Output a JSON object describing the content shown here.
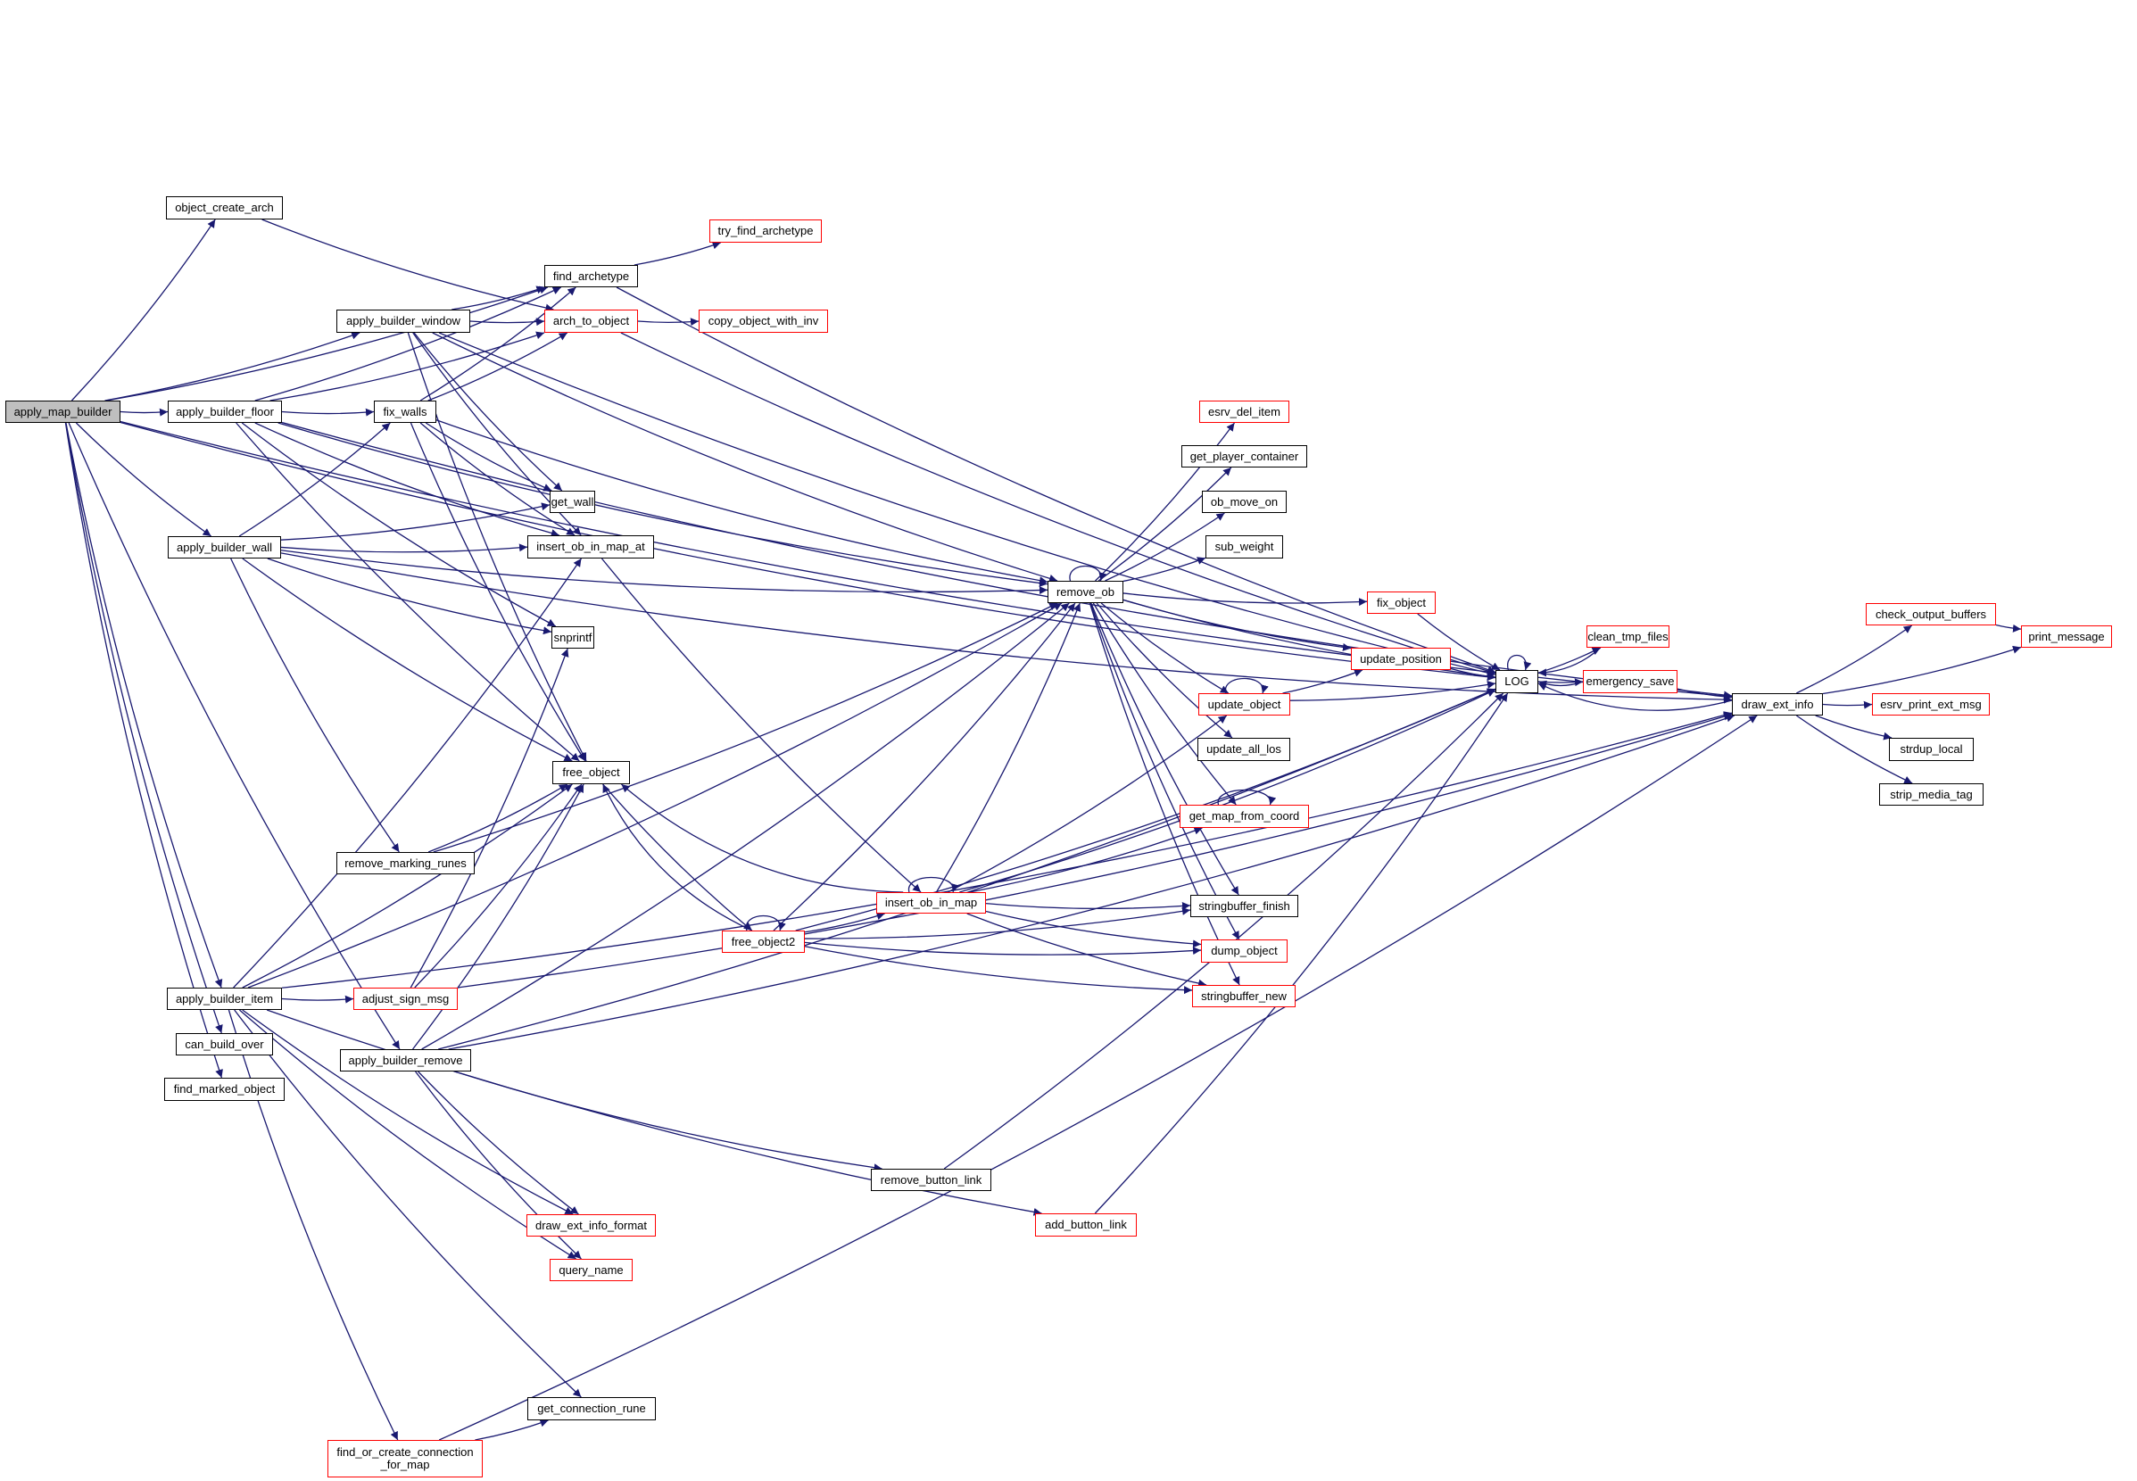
{
  "graph": {
    "type": "call-graph",
    "root": "apply_map_builder",
    "colors": {
      "edge": "#191970",
      "node_border": "#000000",
      "truncated_border": "#ff0000",
      "root_fill": "#bfbfbf"
    },
    "nodes": [
      {
        "id": "apply_map_builder",
        "label": "apply_map_builder",
        "style": "root"
      },
      {
        "id": "object_create_arch",
        "label": "object_create_arch",
        "style": "normal"
      },
      {
        "id": "apply_builder_floor",
        "label": "apply_builder_floor",
        "style": "normal"
      },
      {
        "id": "apply_builder_window",
        "label": "apply_builder_window",
        "style": "normal"
      },
      {
        "id": "apply_builder_wall",
        "label": "apply_builder_wall",
        "style": "normal"
      },
      {
        "id": "apply_builder_item",
        "label": "apply_builder_item",
        "style": "normal"
      },
      {
        "id": "can_build_over",
        "label": "can_build_over",
        "style": "normal"
      },
      {
        "id": "find_marked_object",
        "label": "find_marked_object",
        "style": "normal"
      },
      {
        "id": "find_or_create_connection_for_map",
        "label": "find_or_create_connection\n_for_map",
        "style": "truncated"
      },
      {
        "id": "fix_walls",
        "label": "fix_walls",
        "style": "normal"
      },
      {
        "id": "remove_marking_runes",
        "label": "remove_marking_runes",
        "style": "normal"
      },
      {
        "id": "adjust_sign_msg",
        "label": "adjust_sign_msg",
        "style": "truncated"
      },
      {
        "id": "apply_builder_remove",
        "label": "apply_builder_remove",
        "style": "normal"
      },
      {
        "id": "find_archetype",
        "label": "find_archetype",
        "style": "normal"
      },
      {
        "id": "arch_to_object",
        "label": "arch_to_object",
        "style": "truncated"
      },
      {
        "id": "get_wall",
        "label": "get_wall",
        "style": "normal"
      },
      {
        "id": "insert_ob_in_map_at",
        "label": "insert_ob_in_map_at",
        "style": "normal"
      },
      {
        "id": "snprintf",
        "label": "snprintf",
        "style": "normal"
      },
      {
        "id": "free_object",
        "label": "free_object",
        "style": "normal"
      },
      {
        "id": "draw_ext_info_format",
        "label": "draw_ext_info_format",
        "style": "truncated"
      },
      {
        "id": "query_name",
        "label": "query_name",
        "style": "truncated"
      },
      {
        "id": "get_connection_rune",
        "label": "get_connection_rune",
        "style": "normal"
      },
      {
        "id": "try_find_archetype",
        "label": "try_find_archetype",
        "style": "truncated"
      },
      {
        "id": "copy_object_with_inv",
        "label": "copy_object_with_inv",
        "style": "truncated"
      },
      {
        "id": "free_object2",
        "label": "free_object2",
        "style": "truncated"
      },
      {
        "id": "insert_ob_in_map",
        "label": "insert_ob_in_map",
        "style": "truncated"
      },
      {
        "id": "remove_button_link",
        "label": "remove_button_link",
        "style": "normal"
      },
      {
        "id": "add_button_link",
        "label": "add_button_link",
        "style": "truncated"
      },
      {
        "id": "remove_ob",
        "label": "remove_ob",
        "style": "normal"
      },
      {
        "id": "esrv_del_item",
        "label": "esrv_del_item",
        "style": "truncated"
      },
      {
        "id": "get_player_container",
        "label": "get_player_container",
        "style": "normal"
      },
      {
        "id": "ob_move_on",
        "label": "ob_move_on",
        "style": "normal"
      },
      {
        "id": "sub_weight",
        "label": "sub_weight",
        "style": "normal"
      },
      {
        "id": "fix_object",
        "label": "fix_object",
        "style": "truncated"
      },
      {
        "id": "update_position",
        "label": "update_position",
        "style": "truncated"
      },
      {
        "id": "update_object",
        "label": "update_object",
        "style": "truncated"
      },
      {
        "id": "update_all_los",
        "label": "update_all_los",
        "style": "normal"
      },
      {
        "id": "get_map_from_coord",
        "label": "get_map_from_coord",
        "style": "truncated"
      },
      {
        "id": "stringbuffer_finish",
        "label": "stringbuffer_finish",
        "style": "normal"
      },
      {
        "id": "dump_object",
        "label": "dump_object",
        "style": "truncated"
      },
      {
        "id": "stringbuffer_new",
        "label": "stringbuffer_new",
        "style": "truncated"
      },
      {
        "id": "LOG",
        "label": "LOG",
        "style": "normal"
      },
      {
        "id": "clean_tmp_files",
        "label": "clean_tmp_files",
        "style": "truncated"
      },
      {
        "id": "emergency_save",
        "label": "emergency_save",
        "style": "truncated"
      },
      {
        "id": "draw_ext_info",
        "label": "draw_ext_info",
        "style": "normal"
      },
      {
        "id": "check_output_buffers",
        "label": "check_output_buffers",
        "style": "truncated"
      },
      {
        "id": "print_message",
        "label": "print_message",
        "style": "truncated"
      },
      {
        "id": "esrv_print_ext_msg",
        "label": "esrv_print_ext_msg",
        "style": "truncated"
      },
      {
        "id": "strdup_local",
        "label": "strdup_local",
        "style": "normal"
      },
      {
        "id": "strip_media_tag",
        "label": "strip_media_tag",
        "style": "normal"
      }
    ],
    "edges": [
      [
        "apply_map_builder",
        "object_create_arch"
      ],
      [
        "apply_map_builder",
        "apply_builder_floor"
      ],
      [
        "apply_map_builder",
        "apply_builder_window"
      ],
      [
        "apply_map_builder",
        "apply_builder_wall"
      ],
      [
        "apply_map_builder",
        "apply_builder_item"
      ],
      [
        "apply_map_builder",
        "can_build_over"
      ],
      [
        "apply_map_builder",
        "find_marked_object"
      ],
      [
        "apply_map_builder",
        "apply_builder_remove"
      ],
      [
        "apply_map_builder",
        "find_archetype"
      ],
      [
        "apply_map_builder",
        "draw_ext_info"
      ],
      [
        "apply_map_builder",
        "LOG"
      ],
      [
        "object_create_arch",
        "arch_to_object"
      ],
      [
        "apply_builder_floor",
        "fix_walls"
      ],
      [
        "apply_builder_floor",
        "arch_to_object"
      ],
      [
        "apply_builder_floor",
        "find_archetype"
      ],
      [
        "apply_builder_floor",
        "insert_ob_in_map_at"
      ],
      [
        "apply_builder_floor",
        "remove_ob"
      ],
      [
        "apply_builder_floor",
        "free_object"
      ],
      [
        "apply_builder_floor",
        "snprintf"
      ],
      [
        "apply_builder_floor",
        "draw_ext_info"
      ],
      [
        "apply_builder_window",
        "find_archetype"
      ],
      [
        "apply_builder_window",
        "arch_to_object"
      ],
      [
        "apply_builder_window",
        "get_wall"
      ],
      [
        "apply_builder_window",
        "insert_ob_in_map_at"
      ],
      [
        "apply_builder_window",
        "remove_ob"
      ],
      [
        "apply_builder_window",
        "free_object"
      ],
      [
        "apply_builder_window",
        "LOG"
      ],
      [
        "apply_builder_wall",
        "fix_walls"
      ],
      [
        "apply_builder_wall",
        "get_wall"
      ],
      [
        "apply_builder_wall",
        "insert_ob_in_map_at"
      ],
      [
        "apply_builder_wall",
        "remove_ob"
      ],
      [
        "apply_builder_wall",
        "free_object"
      ],
      [
        "apply_builder_wall",
        "snprintf"
      ],
      [
        "apply_builder_wall",
        "remove_marking_runes"
      ],
      [
        "apply_builder_wall",
        "draw_ext_info"
      ],
      [
        "fix_walls",
        "find_archetype"
      ],
      [
        "fix_walls",
        "arch_to_object"
      ],
      [
        "fix_walls",
        "get_wall"
      ],
      [
        "fix_walls",
        "insert_ob_in_map_at"
      ],
      [
        "fix_walls",
        "remove_ob"
      ],
      [
        "fix_walls",
        "free_object"
      ],
      [
        "remove_marking_runes",
        "remove_ob"
      ],
      [
        "remove_marking_runes",
        "free_object"
      ],
      [
        "apply_builder_item",
        "adjust_sign_msg"
      ],
      [
        "apply_builder_item",
        "insert_ob_in_map_at"
      ],
      [
        "apply_builder_item",
        "free_object"
      ],
      [
        "apply_builder_item",
        "remove_ob"
      ],
      [
        "apply_builder_item",
        "draw_ext_info_format"
      ],
      [
        "apply_builder_item",
        "query_name"
      ],
      [
        "apply_builder_item",
        "add_button_link"
      ],
      [
        "apply_builder_item",
        "find_or_create_connection_for_map"
      ],
      [
        "apply_builder_item",
        "get_connection_rune"
      ],
      [
        "apply_builder_item",
        "draw_ext_info"
      ],
      [
        "adjust_sign_msg",
        "snprintf"
      ],
      [
        "adjust_sign_msg",
        "free_object"
      ],
      [
        "adjust_sign_msg",
        "draw_ext_info"
      ],
      [
        "apply_builder_remove",
        "remove_ob"
      ],
      [
        "apply_builder_remove",
        "free_object"
      ],
      [
        "apply_builder_remove",
        "draw_ext_info_format"
      ],
      [
        "apply_builder_remove",
        "query_name"
      ],
      [
        "apply_builder_remove",
        "remove_button_link"
      ],
      [
        "apply_builder_remove",
        "LOG"
      ],
      [
        "apply_builder_remove",
        "draw_ext_info"
      ],
      [
        "find_or_create_connection_for_map",
        "get_connection_rune"
      ],
      [
        "find_or_create_connection_for_map",
        "draw_ext_info"
      ],
      [
        "find_archetype",
        "try_find_archetype"
      ],
      [
        "find_archetype",
        "LOG"
      ],
      [
        "arch_to_object",
        "copy_object_with_inv"
      ],
      [
        "arch_to_object",
        "LOG"
      ],
      [
        "insert_ob_in_map_at",
        "insert_ob_in_map"
      ],
      [
        "free_object",
        "free_object2"
      ],
      [
        "free_object2",
        "free_object"
      ],
      [
        "free_object2",
        "free_object2"
      ],
      [
        "free_object2",
        "insert_ob_in_map"
      ],
      [
        "free_object2",
        "remove_ob"
      ],
      [
        "free_object2",
        "stringbuffer_finish"
      ],
      [
        "free_object2",
        "dump_object"
      ],
      [
        "free_object2",
        "stringbuffer_new"
      ],
      [
        "free_object2",
        "LOG"
      ],
      [
        "insert_ob_in_map",
        "insert_ob_in_map"
      ],
      [
        "insert_ob_in_map",
        "free_object"
      ],
      [
        "insert_ob_in_map",
        "remove_ob"
      ],
      [
        "insert_ob_in_map",
        "update_object"
      ],
      [
        "insert_ob_in_map",
        "get_map_from_coord"
      ],
      [
        "insert_ob_in_map",
        "stringbuffer_finish"
      ],
      [
        "insert_ob_in_map",
        "dump_object"
      ],
      [
        "insert_ob_in_map",
        "stringbuffer_new"
      ],
      [
        "insert_ob_in_map",
        "LOG"
      ],
      [
        "remove_button_link",
        "LOG"
      ],
      [
        "add_button_link",
        "LOG"
      ],
      [
        "remove_ob",
        "remove_ob"
      ],
      [
        "remove_ob",
        "esrv_del_item"
      ],
      [
        "remove_ob",
        "get_player_container"
      ],
      [
        "remove_ob",
        "ob_move_on"
      ],
      [
        "remove_ob",
        "sub_weight"
      ],
      [
        "remove_ob",
        "fix_object"
      ],
      [
        "remove_ob",
        "update_position"
      ],
      [
        "remove_ob",
        "update_object"
      ],
      [
        "remove_ob",
        "update_all_los"
      ],
      [
        "remove_ob",
        "get_map_from_coord"
      ],
      [
        "remove_ob",
        "stringbuffer_finish"
      ],
      [
        "remove_ob",
        "dump_object"
      ],
      [
        "remove_ob",
        "stringbuffer_new"
      ],
      [
        "remove_ob",
        "LOG"
      ],
      [
        "fix_object",
        "LOG"
      ],
      [
        "update_object",
        "update_object"
      ],
      [
        "update_object",
        "update_position"
      ],
      [
        "update_object",
        "LOG"
      ],
      [
        "update_position",
        "LOG"
      ],
      [
        "get_map_from_coord",
        "get_map_from_coord"
      ],
      [
        "LOG",
        "LOG"
      ],
      [
        "LOG",
        "clean_tmp_files"
      ],
      [
        "LOG",
        "emergency_save"
      ],
      [
        "clean_tmp_files",
        "LOG"
      ],
      [
        "emergency_save",
        "LOG"
      ],
      [
        "emergency_save",
        "draw_ext_info"
      ],
      [
        "draw_ext_info",
        "LOG"
      ],
      [
        "draw_ext_info",
        "check_output_buffers"
      ],
      [
        "draw_ext_info",
        "print_message"
      ],
      [
        "draw_ext_info",
        "esrv_print_ext_msg"
      ],
      [
        "draw_ext_info",
        "strdup_local"
      ],
      [
        "draw_ext_info",
        "strip_media_tag"
      ],
      [
        "check_output_buffers",
        "print_message"
      ]
    ]
  }
}
